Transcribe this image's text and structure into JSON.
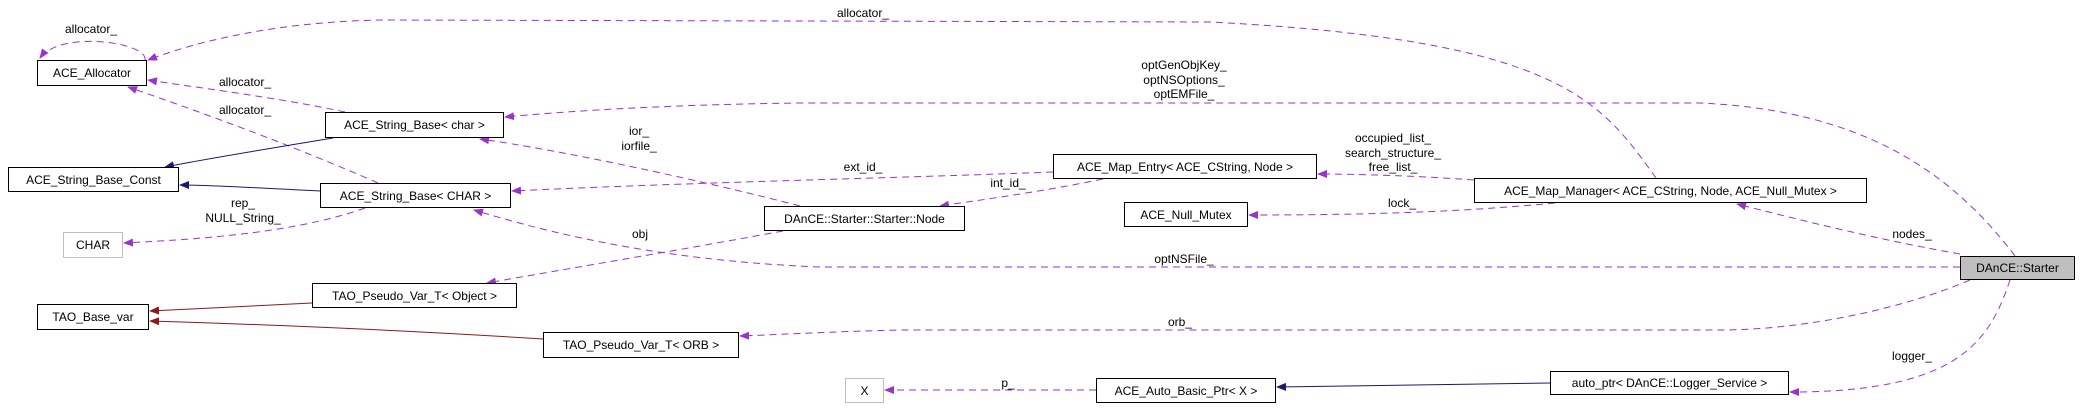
{
  "colors": {
    "usage": "#9a32cd",
    "inheritance": "#191970",
    "protected_inheritance": "#8b1a1a",
    "focus_fill": "#bfbfbf"
  },
  "nodes": {
    "ace_allocator": "ACE_Allocator",
    "string_base_char": "ACE_String_Base< char >",
    "string_base_const": "ACE_String_Base_Const",
    "string_base_CHAR": "ACE_String_Base< CHAR >",
    "char_type": "CHAR",
    "pseudo_var_object": "TAO_Pseudo_Var_T< Object >",
    "tao_base_var": "TAO_Base_var",
    "pseudo_var_orb": "TAO_Pseudo_Var_T< ORB >",
    "starter_node": "DAnCE::Starter::Starter::Node",
    "map_entry": "ACE_Map_Entry< ACE_CString, Node >",
    "null_mutex": "ACE_Null_Mutex",
    "map_manager": "ACE_Map_Manager< ACE_CString, Node, ACE_Null_Mutex >",
    "starter": "DAnCE::Starter",
    "x_type": "X",
    "auto_basic_ptr": "ACE_Auto_Basic_Ptr< X >",
    "auto_ptr_logger": "auto_ptr< DAnCE::Logger_Service >"
  },
  "labels": {
    "self_allocator": "allocator_",
    "top_allocator": "allocator_",
    "char_allocator": "allocator_",
    "CHAR_allocator": "allocator_",
    "opt_strings": [
      "optGenObjKey_",
      "optNSOptions_",
      "optEMFile_"
    ],
    "ior": [
      "ior_",
      "iorfile_"
    ],
    "rep": [
      "rep_",
      "NULL_String_"
    ],
    "obj": "obj",
    "ext_id": "ext_id_",
    "int_id": "int_id_",
    "lists": [
      "occupied_list_",
      "search_structure_",
      "free_list_"
    ],
    "lock": "lock_",
    "nodes": "nodes_",
    "opt_ns_file": "optNSFile_",
    "orb": "orb_",
    "p": "p_",
    "logger": "logger_"
  }
}
